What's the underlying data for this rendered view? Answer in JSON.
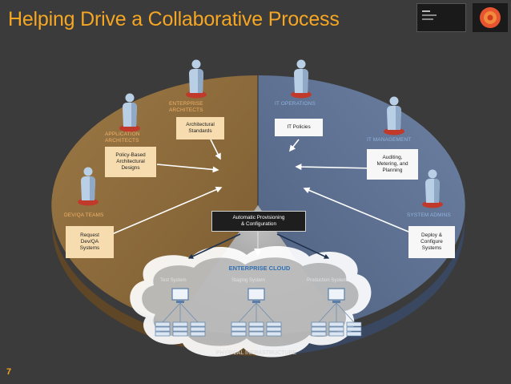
{
  "slide": {
    "title": "Helping Drive a Collaborative Process",
    "page_number": "7"
  },
  "colors": {
    "title": "#f5a623",
    "dev_slice": "#8a6a3c",
    "ops_slice": "#5d7090",
    "center_slice": "#8b8b8b",
    "figure": "#b9cfe6",
    "figure_base": "#c0392b",
    "cloud": "#ffffff",
    "cloud_title": "#2f6fb3"
  },
  "roles": [
    {
      "lines": [
        "DEV/QA TEAMS"
      ],
      "tone": "orange",
      "icon": "person-icon"
    },
    {
      "lines": [
        "APPLICATION",
        "ARCHITECTS"
      ],
      "tone": "orange",
      "icon": "person-icon"
    },
    {
      "lines": [
        "ENTERPRISE",
        "ARCHITECTS"
      ],
      "tone": "orange",
      "icon": "person-icon"
    },
    {
      "lines": [
        "IT OPERATIONS"
      ],
      "tone": "blue",
      "icon": "person-icon"
    },
    {
      "lines": [
        "IT MANAGEMENT"
      ],
      "tone": "blue",
      "icon": "person-icon"
    },
    {
      "lines": [
        "SYSTEM ADMINS"
      ],
      "tone": "blue",
      "icon": "person-icon"
    }
  ],
  "notes": [
    {
      "lines": [
        "Request",
        "Dev/QA",
        "Systems"
      ],
      "style": "gold"
    },
    {
      "lines": [
        "Policy-Based",
        "Architectural",
        "Designs"
      ],
      "style": "gold"
    },
    {
      "lines": [
        "Architectural",
        "Standards"
      ],
      "style": "gold"
    },
    {
      "lines": [
        "IT Policies"
      ],
      "style": "white"
    },
    {
      "lines": [
        "Auditing,",
        "Metering, and",
        "Planning"
      ],
      "style": "white"
    },
    {
      "lines": [
        "Deploy &",
        "Configure",
        "Systems"
      ],
      "style": "white"
    },
    {
      "lines": [
        "Automatic Provisioning",
        "& Configuration"
      ],
      "style": "dark"
    }
  ],
  "cloud": {
    "title": "ENTERPRISE CLOUD",
    "systems": [
      "Test System",
      "Staging System",
      "Production System"
    ],
    "footer": "PHYSICAL INFRASTRUCTURE"
  }
}
